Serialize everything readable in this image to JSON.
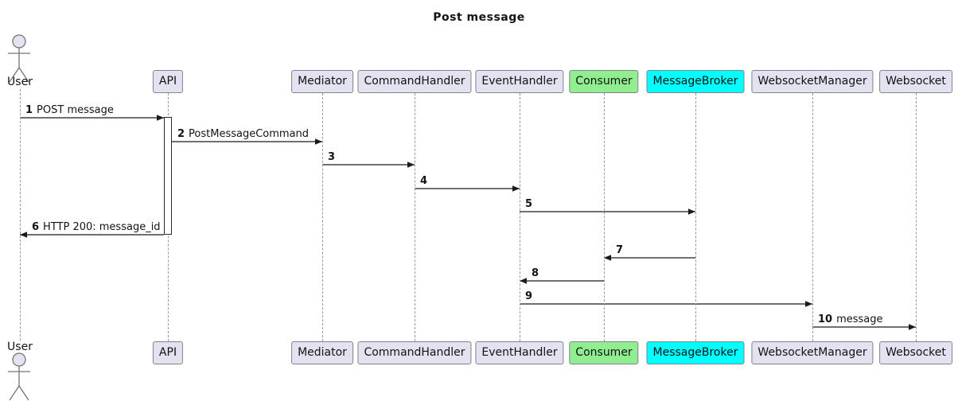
{
  "title": "Post message",
  "colors": {
    "participant_fill": "#E2E2F0",
    "consumer_fill": "#90EE90",
    "message_broker_fill": "#00FFFF",
    "border": "#83838d",
    "lifeline": "#9a9a9a",
    "arrow": "#1b1b1b",
    "actor_stroke": "#737373"
  },
  "participants": [
    {
      "id": "user",
      "label": "User",
      "type": "actor"
    },
    {
      "id": "api",
      "label": "API",
      "type": "participant"
    },
    {
      "id": "mediator",
      "label": "Mediator",
      "type": "participant"
    },
    {
      "id": "commandhandler",
      "label": "CommandHandler",
      "type": "participant"
    },
    {
      "id": "eventhandler",
      "label": "EventHandler",
      "type": "participant"
    },
    {
      "id": "consumer",
      "label": "Consumer",
      "type": "participant",
      "fill": "#90EE90"
    },
    {
      "id": "messagebroker",
      "label": "MessageBroker",
      "type": "participant",
      "fill": "#00FFFF"
    },
    {
      "id": "websocketmanager",
      "label": "WebsocketManager",
      "type": "participant"
    },
    {
      "id": "websocket",
      "label": "Websocket",
      "type": "participant"
    }
  ],
  "messages": [
    {
      "num": "1",
      "label": "POST message",
      "from": "user",
      "to": "api"
    },
    {
      "num": "2",
      "label": "PostMessageCommand",
      "from": "api",
      "to": "mediator"
    },
    {
      "num": "3",
      "label": "",
      "from": "mediator",
      "to": "commandhandler"
    },
    {
      "num": "4",
      "label": "",
      "from": "commandhandler",
      "to": "eventhandler"
    },
    {
      "num": "5",
      "label": "",
      "from": "eventhandler",
      "to": "messagebroker"
    },
    {
      "num": "6",
      "label": "HTTP 200: message_id",
      "from": "api",
      "to": "user"
    },
    {
      "num": "7",
      "label": "",
      "from": "messagebroker",
      "to": "consumer"
    },
    {
      "num": "8",
      "label": "",
      "from": "consumer",
      "to": "eventhandler"
    },
    {
      "num": "9",
      "label": "",
      "from": "eventhandler",
      "to": "websocketmanager"
    },
    {
      "num": "10",
      "label": "message",
      "from": "websocketmanager",
      "to": "websocket"
    }
  ]
}
